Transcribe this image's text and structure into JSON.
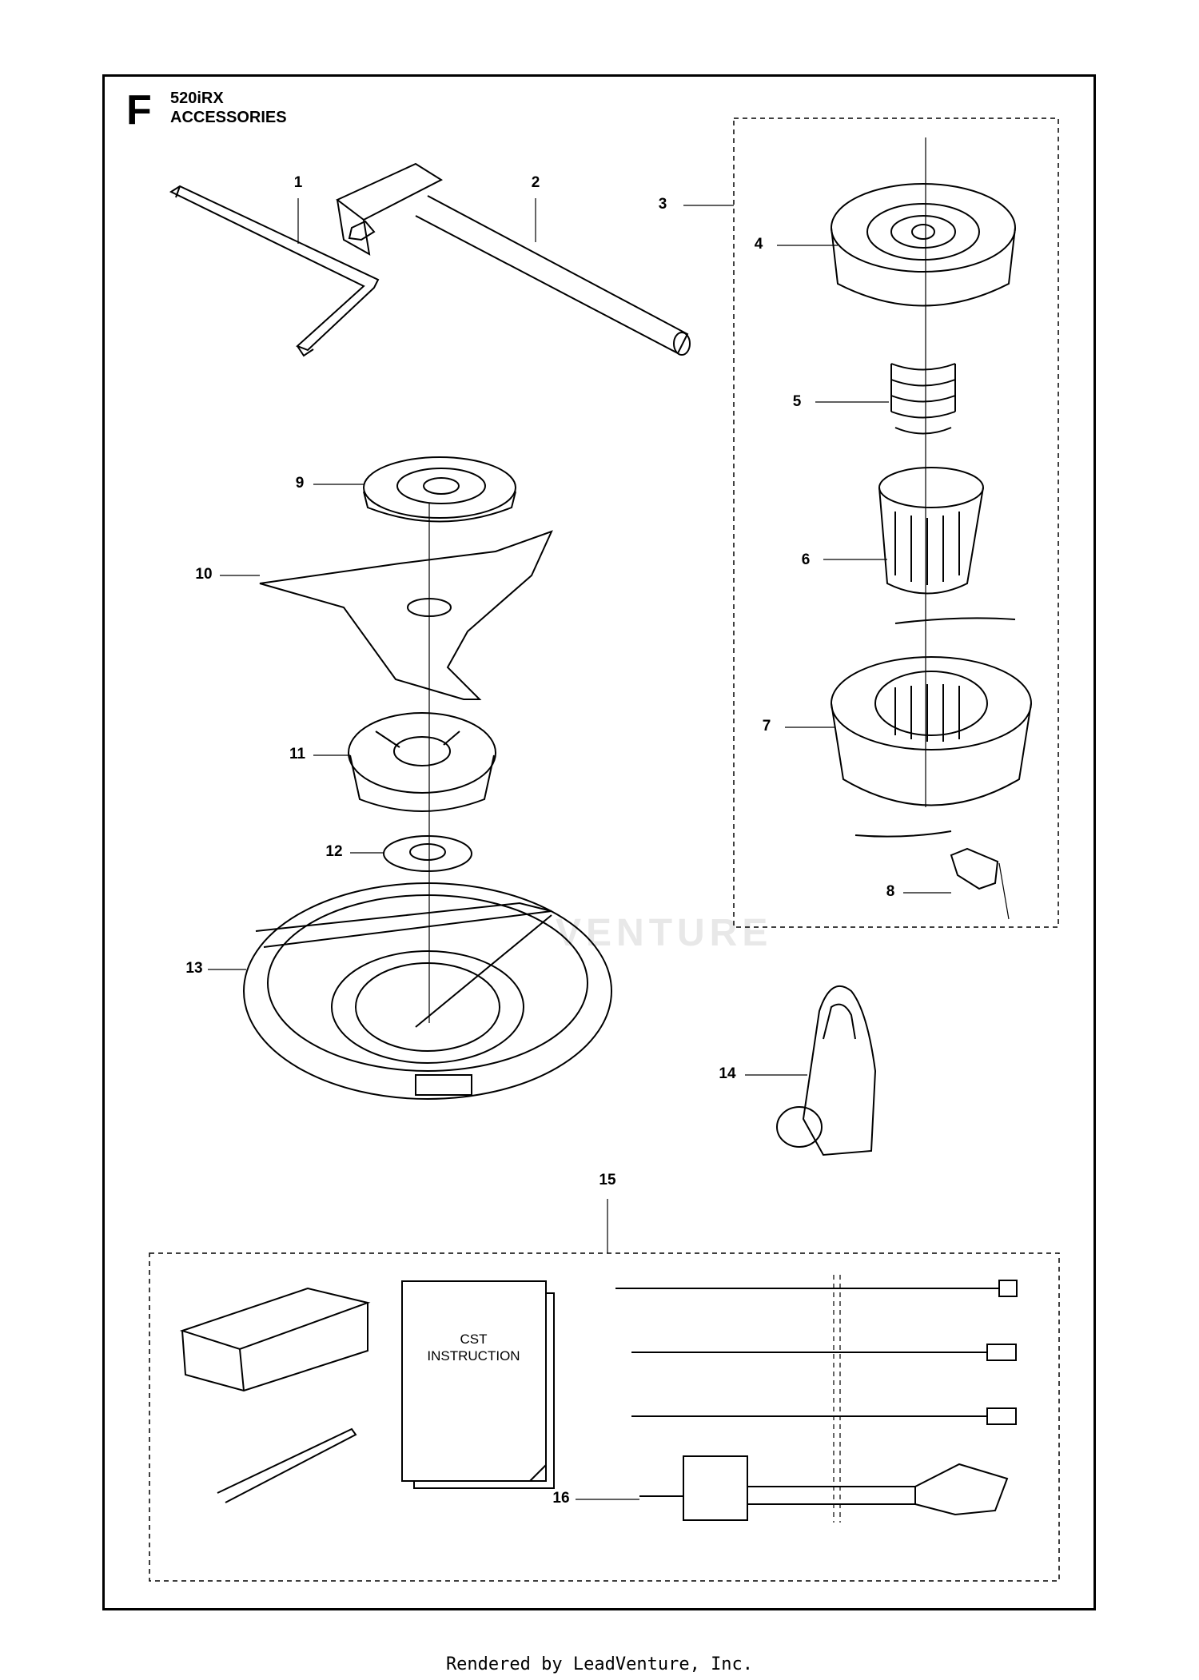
{
  "header": {
    "section": "F",
    "model": "520iRX",
    "title": "ACCESSORIES"
  },
  "callouts": [
    "1",
    "2",
    "3",
    "4",
    "5",
    "6",
    "7",
    "8",
    "9",
    "10",
    "11",
    "12",
    "13",
    "14",
    "15",
    "16"
  ],
  "kit": {
    "manual_line1": "CST",
    "manual_line2": "INSTRUCTION"
  },
  "watermark": "VENTURE",
  "footer": "Rendered by LeadVenture, Inc."
}
